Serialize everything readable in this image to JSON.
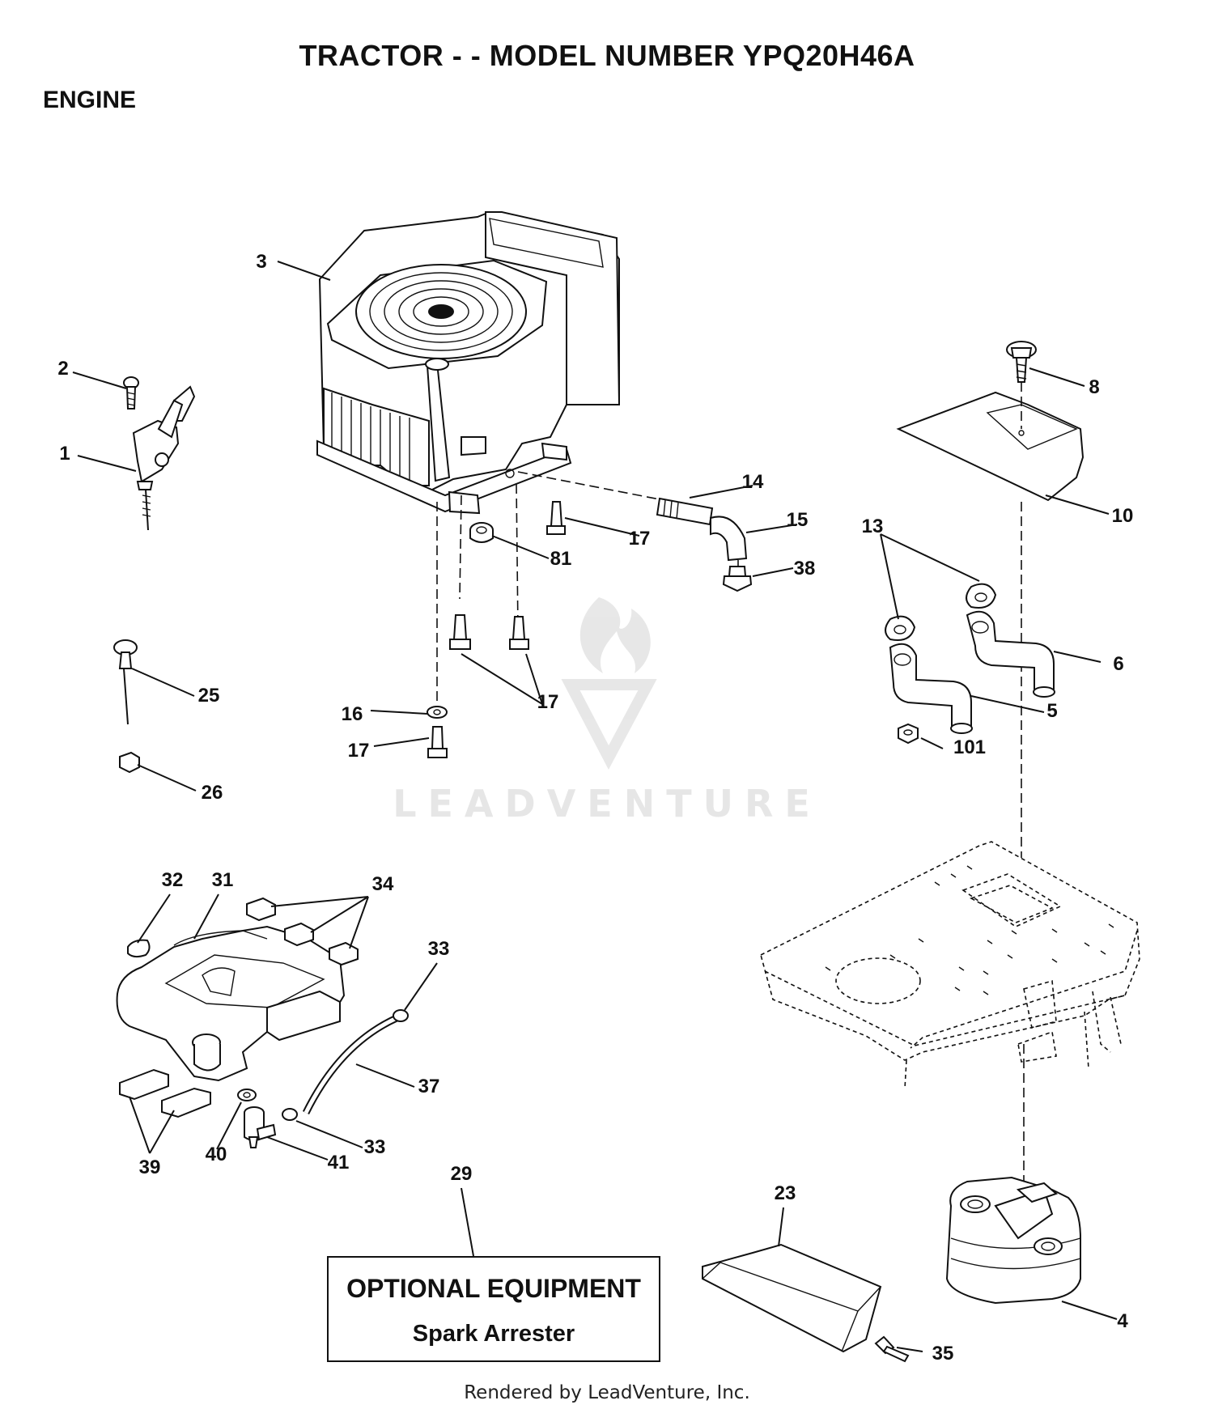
{
  "title": "TRACTOR - - MODEL NUMBER YPQ20H46A",
  "section": "ENGINE",
  "optional_box": {
    "title": "OPTIONAL EQUIPMENT",
    "subtitle": "Spark Arrester"
  },
  "watermark": "LEADVENTURE",
  "footer": "Rendered by LeadVenture, Inc.",
  "callouts": [
    {
      "id": "c-1",
      "label": "1"
    },
    {
      "id": "c-2",
      "label": "2"
    },
    {
      "id": "c-3",
      "label": "3"
    },
    {
      "id": "c-4",
      "label": "4"
    },
    {
      "id": "c-5",
      "label": "5"
    },
    {
      "id": "c-6",
      "label": "6"
    },
    {
      "id": "c-8",
      "label": "8"
    },
    {
      "id": "c-10",
      "label": "10"
    },
    {
      "id": "c-13",
      "label": "13"
    },
    {
      "id": "c-14",
      "label": "14"
    },
    {
      "id": "c-15",
      "label": "15"
    },
    {
      "id": "c-16",
      "label": "16"
    },
    {
      "id": "c-17a",
      "label": "17"
    },
    {
      "id": "c-17b",
      "label": "17"
    },
    {
      "id": "c-17c",
      "label": "17"
    },
    {
      "id": "c-23",
      "label": "23"
    },
    {
      "id": "c-25",
      "label": "25"
    },
    {
      "id": "c-26",
      "label": "26"
    },
    {
      "id": "c-29",
      "label": "29"
    },
    {
      "id": "c-31",
      "label": "31"
    },
    {
      "id": "c-32",
      "label": "32"
    },
    {
      "id": "c-33a",
      "label": "33"
    },
    {
      "id": "c-33b",
      "label": "33"
    },
    {
      "id": "c-34",
      "label": "34"
    },
    {
      "id": "c-35",
      "label": "35"
    },
    {
      "id": "c-37",
      "label": "37"
    },
    {
      "id": "c-38",
      "label": "38"
    },
    {
      "id": "c-39",
      "label": "39"
    },
    {
      "id": "c-40",
      "label": "40"
    },
    {
      "id": "c-41",
      "label": "41"
    },
    {
      "id": "c-81",
      "label": "81"
    },
    {
      "id": "c-101",
      "label": "101"
    }
  ]
}
